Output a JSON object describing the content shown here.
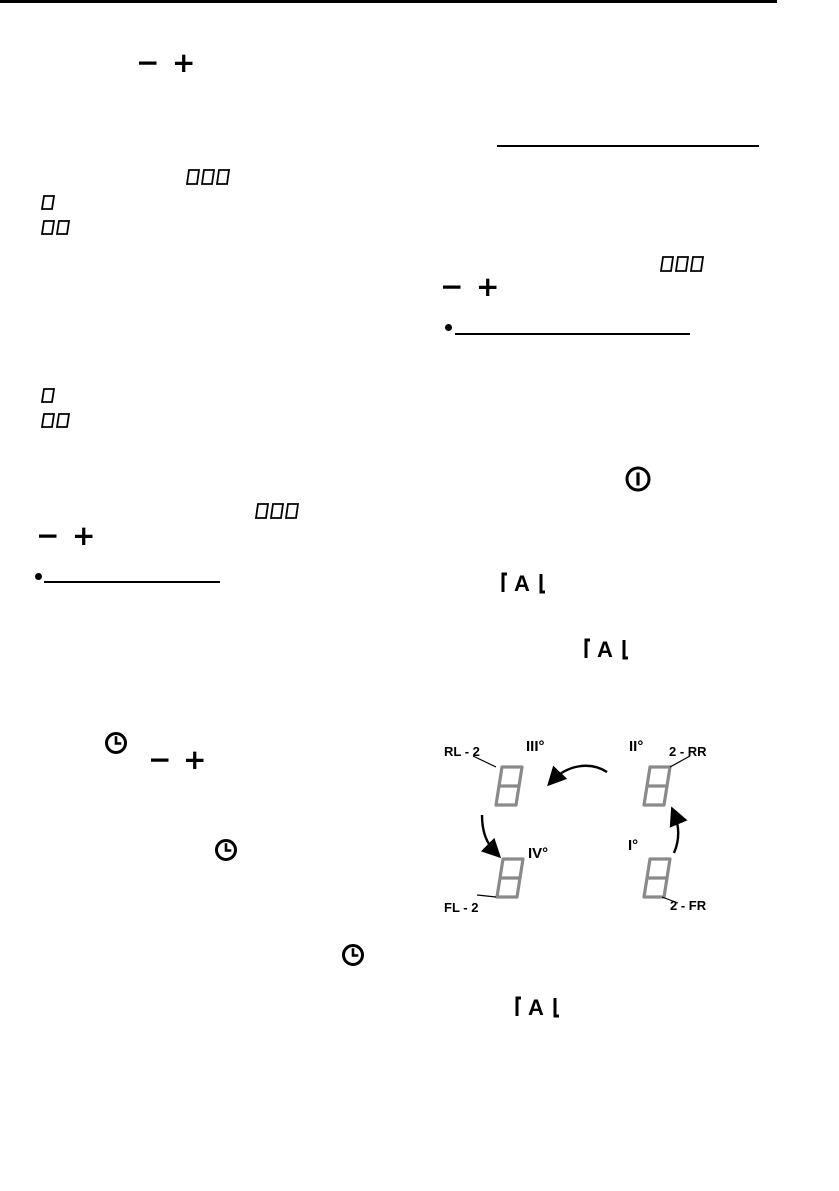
{
  "symbols": {
    "minus": "−",
    "plus": "+",
    "power_icon": "power-icon",
    "timer_icon": "timer-clock-icon",
    "auto_icon": "automatic-heatup-icon",
    "auto_letter": "A",
    "segment_digit_icon": "seven-segment-digit-icon"
  },
  "diagram": {
    "zones": [
      {
        "code": "RL - 2",
        "level": "III°"
      },
      {
        "code": "2 - RR",
        "level": "II°"
      },
      {
        "code": "FL - 2",
        "level": "IV°"
      },
      {
        "code": "2 - FR",
        "level": "I°"
      }
    ]
  },
  "colors": {
    "segment_gray": "#8a8a8a",
    "text": "#000000"
  }
}
